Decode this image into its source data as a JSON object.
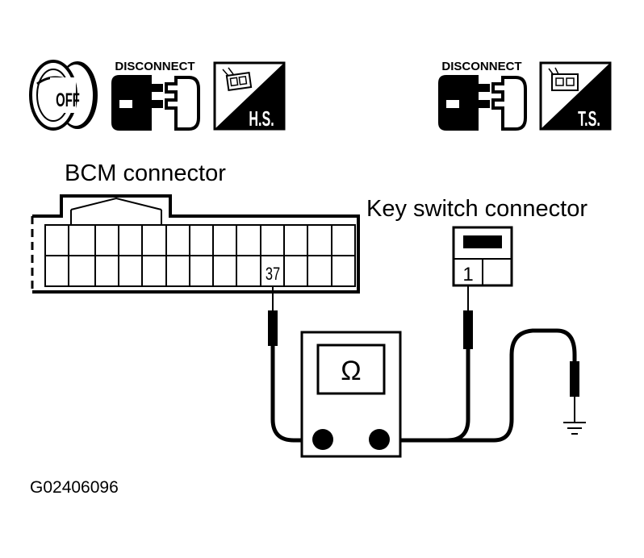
{
  "icons": {
    "ignition": {
      "icon": "ignition-key-off-icon",
      "label": "OFF"
    },
    "disconnect_left": {
      "icon": "connector-disconnect-icon",
      "label": "DISCONNECT"
    },
    "harness_side": {
      "icon": "harness-side-icon",
      "label": "H.S."
    },
    "disconnect_right": {
      "icon": "connector-disconnect-icon",
      "label": "DISCONNECT"
    },
    "terminal_side": {
      "icon": "terminal-side-icon",
      "label": "T.S."
    }
  },
  "bcm_connector": {
    "label": "BCM connector",
    "terminal": "37"
  },
  "key_switch_connector": {
    "label": "Key switch connector",
    "terminal": "1"
  },
  "ohmmeter": {
    "symbol": "Ω",
    "icon": "ohmmeter-icon"
  },
  "ground": {
    "icon": "ground-symbol-icon"
  },
  "figure_id": "G02406096"
}
